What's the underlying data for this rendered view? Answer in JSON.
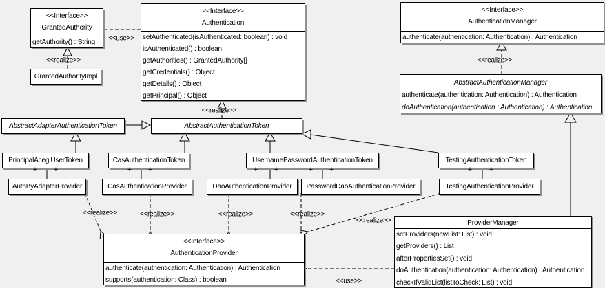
{
  "labels": {
    "realize": "<<realize>>",
    "use": "<<use>>",
    "plus": "+"
  },
  "classes": {
    "granted_authority": {
      "stereotype": "<<Interface>>",
      "name": "GrantedAuthority",
      "methods": [
        "getAuthority() : String"
      ]
    },
    "granted_authority_impl": {
      "name": "GrantedAuthorityImpl"
    },
    "authentication": {
      "stereotype": "<<Interface>>",
      "name": "Authentication",
      "methods": [
        "setAuthenticated(isAuthenticated: boolean) : void",
        "isAuthenticated() : boolean",
        "getAuthorities() : GrantedAuthority[]",
        "getCredentials() : Object",
        "getDetails() : Object",
        "getPrincipal() : Object"
      ]
    },
    "authentication_manager": {
      "stereotype": "<<Interface>>",
      "name": "AuthenticationManager",
      "methods": [
        "authenticate(authentication: Authentication) : Authentication"
      ]
    },
    "abstract_authentication_manager": {
      "name": "AbstractAuthenticationManager",
      "methods": [
        "authenticate(authentication: Authentication) : Authentication",
        "doAuthentication(authentication : Authentication) : Authentication"
      ]
    },
    "abstract_adapter_authentication_token": {
      "name": "AbstractAdapterAuthenticationToken"
    },
    "abstract_authentication_token": {
      "name": "AbstractAuthenticationToken"
    },
    "principal_acegi_user_token": {
      "name": "PrincipalAcegiUserToken"
    },
    "cas_authentication_token": {
      "name": "CasAuthenticationToken"
    },
    "username_password_authentication_token": {
      "name": "UsernamePasswordAuthenticationToken"
    },
    "testing_authentication_token": {
      "name": "TestingAuthenticationToken"
    },
    "auth_by_adapter_provider": {
      "name": "AuthByAdapterProvider"
    },
    "cas_authentication_provider": {
      "name": "CasAuthenticationProvider"
    },
    "dao_authentication_provider": {
      "name": "DaoAuthenticationProvider"
    },
    "password_dao_authentication_provider": {
      "name": "PasswordDaoAuthenticationProvider"
    },
    "testing_authentication_provider": {
      "name": "TestingAuthenticationProvider"
    },
    "authentication_provider": {
      "stereotype": "<<Interface>>",
      "name": "AuthenticationProvider",
      "methods": [
        "authenticate(authentication: Authentication) : Authentication",
        "supports(authentication: Class) : boolean"
      ]
    },
    "provider_manager": {
      "name": "ProviderManager",
      "methods": [
        "setProviders(newList: List) : void",
        "getProviders() : List",
        "afterPropertiesSet() : void",
        "doAuthentication(authentication: Authentication) : Authentication",
        "checkIfValidList(listToCheck: List) : void"
      ]
    }
  }
}
